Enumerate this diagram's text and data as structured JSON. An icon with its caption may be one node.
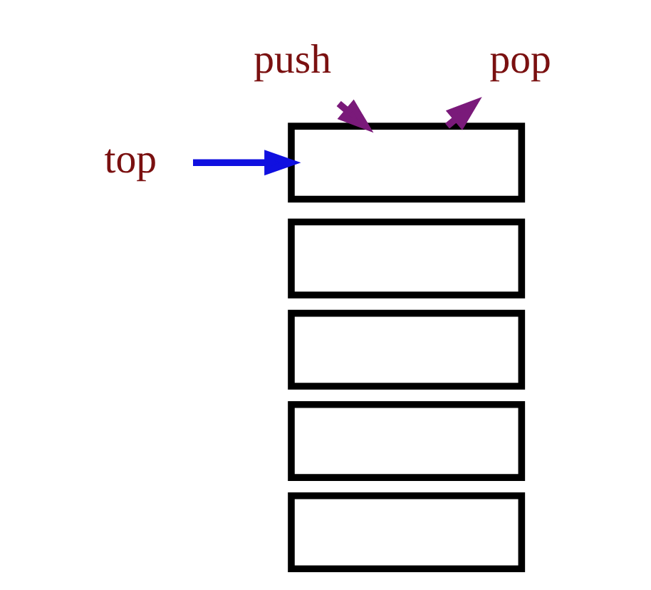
{
  "diagram": {
    "nodes": [
      {
        "text": [
          "push"
        ]
      },
      {
        "text": [
          "pop"
        ]
      },
      {
        "text": [
          "top"
        ]
      },
      {
        "text": [],
        "shape": "box"
      },
      {
        "text": [],
        "shape": "box"
      },
      {
        "text": [],
        "shape": "box"
      },
      {
        "text": [],
        "shape": "box"
      },
      {
        "text": [],
        "shape": "box"
      }
    ],
    "edges": [
      {
        "from": 0,
        "to": 3,
        "arrow": "to"
      },
      {
        "from": 3,
        "to": 1,
        "arrow": "to"
      },
      {
        "from": 2,
        "to": 3,
        "arrow": "to",
        "color": "#1010e0"
      }
    ]
  }
}
